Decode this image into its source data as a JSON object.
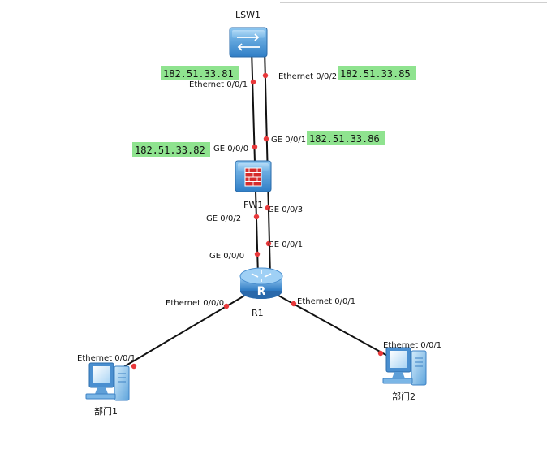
{
  "devices": {
    "switch": "LSW1",
    "firewall": "FW1",
    "router": "R1",
    "router_glyph": "R",
    "pc1": "部门1",
    "pc2": "部门2"
  },
  "ports": {
    "lsw_e1": "Ethernet 0/0/1",
    "lsw_e2": "Ethernet 0/0/2",
    "fw_ge0": "GE 0/0/0",
    "fw_ge1": "GE 0/0/1",
    "fw_ge2": "GE 0/0/2",
    "fw_ge3": "GE 0/0/3",
    "r_ge0": "GE 0/0/0",
    "r_ge1": "GE 0/0/1",
    "r_e0": "Ethernet 0/0/0",
    "r_e1": "Ethernet 0/0/1",
    "pc1_e1": "Ethernet 0/0/1",
    "pc2_e1": "Ethernet 0/0/1"
  },
  "ips": {
    "lsw_e1": "182.51.33.81",
    "lsw_e2": "182.51.33.85",
    "fw_ge0": "182.51.33.82",
    "fw_ge1": "182.51.33.86"
  },
  "colors": {
    "link": "#111111",
    "port_dot": "#e8383a",
    "ip_highlight": "#8fe38f",
    "device_blue": "#3f8fd4"
  }
}
